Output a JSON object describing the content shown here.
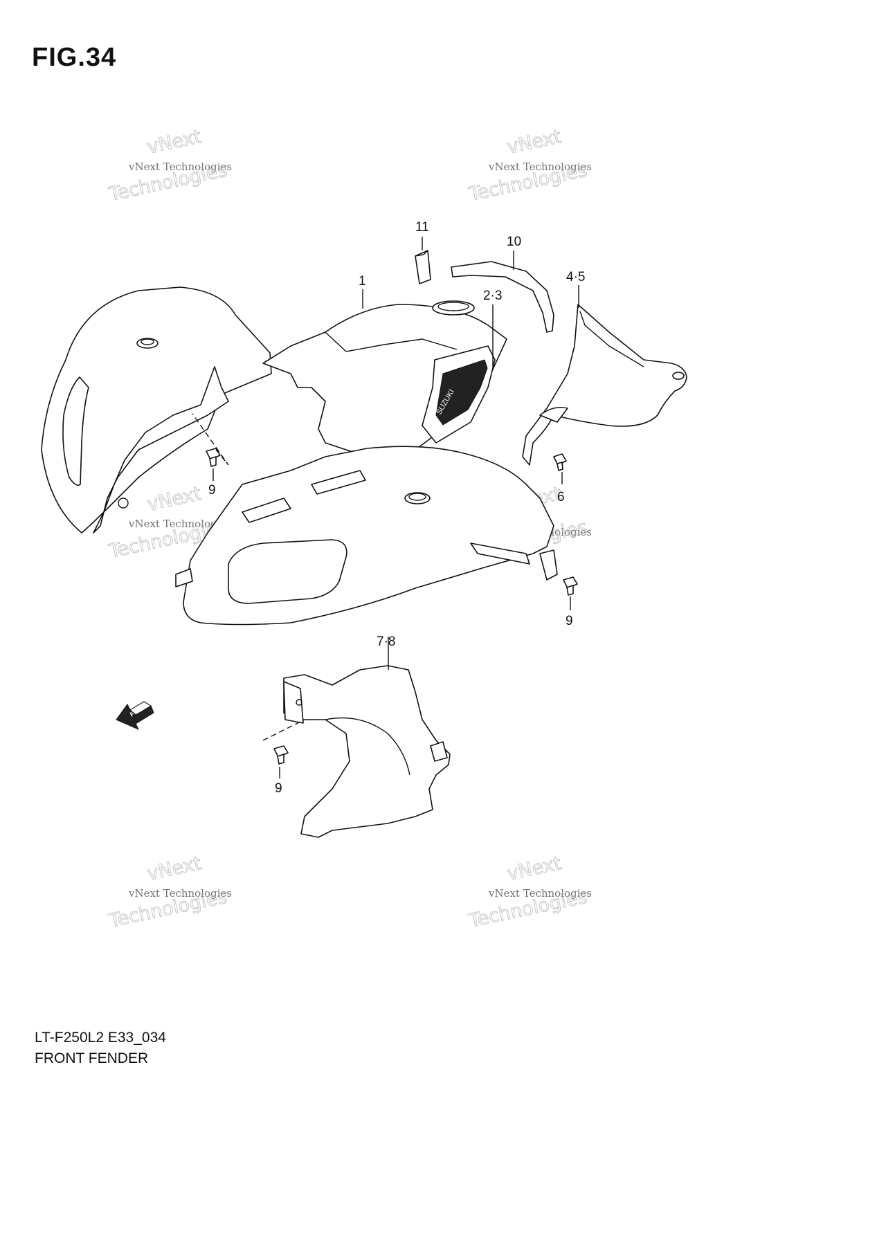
{
  "figure": {
    "title": "FIG.34"
  },
  "footer": {
    "code": "LT-F250L2 E33_034",
    "name": "FRONT FENDER"
  },
  "callouts": [
    {
      "label": "11"
    },
    {
      "label": "10"
    },
    {
      "label": "1"
    },
    {
      "label": "2·3"
    },
    {
      "label": "4·5"
    },
    {
      "label": "9"
    },
    {
      "label": "6"
    },
    {
      "label": "9"
    },
    {
      "label": "7·8"
    },
    {
      "label": "9"
    }
  ],
  "watermark": {
    "line1": "vNext",
    "line2": "vNext Technologies",
    "line3": "Technologies"
  },
  "fwd_label": "FWD",
  "emblem_text": "SUZUKI"
}
